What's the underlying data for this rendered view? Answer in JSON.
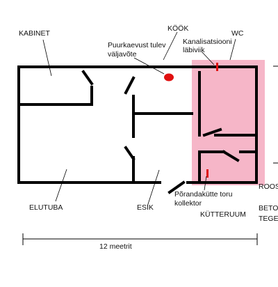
{
  "labels": {
    "kabinet": "KABINET",
    "kook": "KÖÖK",
    "wc": "WC",
    "well_pipe_1": "Puurkaevust tulev",
    "well_pipe_2": "väljavõte",
    "sewer_1": "Kanalisatsiooni",
    "sewer_2": "läbiviik",
    "elutuba": "ELUTUBA",
    "esik": "ESIK",
    "floor_heat_1": "Põrandakütte toru",
    "floor_heat_2": "kollektor",
    "kutteruum": "KÜTTERUUM",
    "pink_note_1": "ROOS",
    "pink_note_2": "BETOO",
    "pink_note_3": "TEGEM",
    "dimension": "12 meetrit"
  },
  "colors": {
    "pink_zone": "#f6b6c8",
    "marker_red": "#e01010",
    "wall": "#000000"
  }
}
